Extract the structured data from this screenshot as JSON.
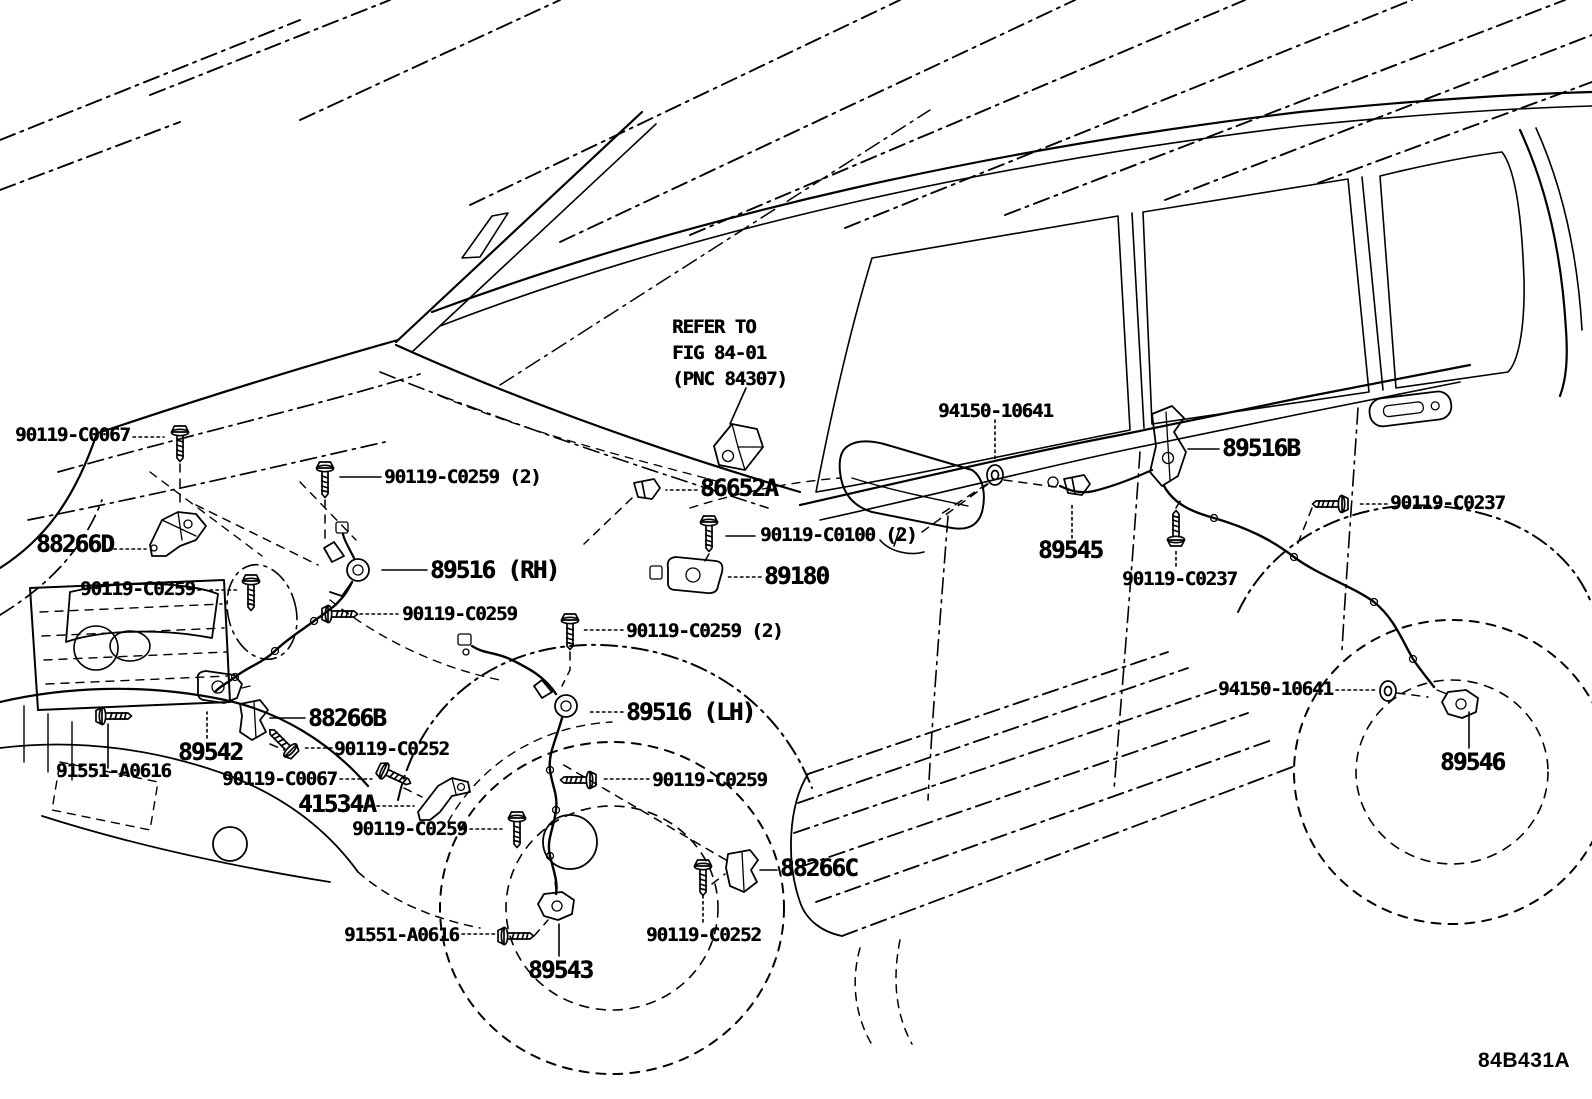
{
  "figure": {
    "code": "84B431A"
  },
  "note": {
    "line1": "REFER TO",
    "line2": "FIG 84-01",
    "line3": "(PNC 84307)"
  },
  "labels": {
    "bolt_c0067_a": "90119-C0067",
    "bracket_88266d": "88266D",
    "bolt_c0259_a": "90119-C0259",
    "bolt_c0259_2_rh": "90119-C0259 (2)",
    "harness_89516_rh": "89516 (RH)",
    "bolt_c0259_b": "90119-C0259",
    "clip_86652a": "86652A",
    "bolt_c0100_2": "90119-C0100 (2)",
    "sensor_89180": "89180",
    "grommet_94150_upper": "94150-10641",
    "harness_89516b": "89516B",
    "bolt_c0237_right": "90119-C0237",
    "clip_89545": "89545",
    "bolt_c0237_lower": "90119-C0237",
    "bolt_c0259_2_lh": "90119-C0259 (2)",
    "harness_89516_lh": "89516 (LH)",
    "bolt_c0259_c": "90119-C0259",
    "bracket_88266b": "88266B",
    "bolt_c0252_a": "90119-C0252",
    "sensor_89542": "89542",
    "bolt_91551_a": "91551-A0616",
    "bolt_c0067_b": "90119-C0067",
    "bracket_41534a": "41534A",
    "bolt_c0259_d": "90119-C0259",
    "bolt_91551_b": "91551-A0616",
    "bolt_c0252_b": "90119-C0252",
    "bracket_88266c": "88266C",
    "sensor_89543": "89543",
    "grommet_94150_lower": "94150-10641",
    "sensor_89546": "89546"
  }
}
